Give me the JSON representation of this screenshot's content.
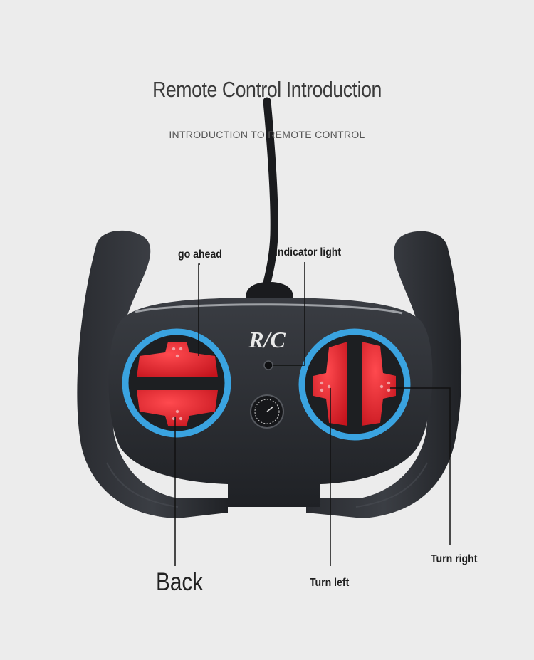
{
  "header": {
    "title": "Remote Control Introduction",
    "subtitle": "INTRODUCTION TO REMOTE CONTROL"
  },
  "remote": {
    "logo": "R/C"
  },
  "callouts": {
    "go_ahead": "go ahead",
    "indicator_light": "indicator light",
    "back": "Back",
    "turn_left": "Turn left",
    "turn_right": "Turn right"
  },
  "colors": {
    "background": "#ececec",
    "body": "#2b2e33",
    "ring": "#3aa3e0",
    "buttons": "#e8242f"
  }
}
